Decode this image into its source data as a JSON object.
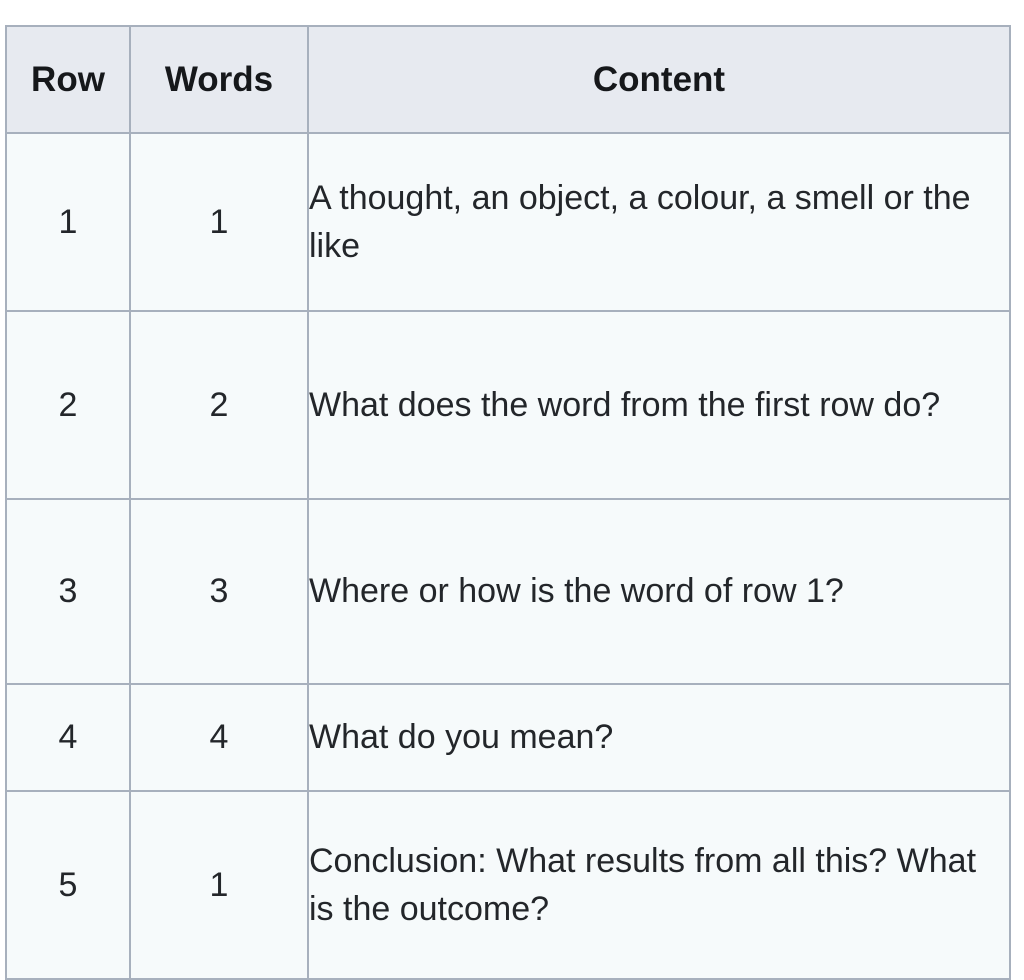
{
  "table": {
    "headers": [
      "Row",
      "Words",
      "Content"
    ],
    "rows": [
      {
        "row": "1",
        "words": "1",
        "content": "A thought, an object, a colour, a smell or the like"
      },
      {
        "row": "2",
        "words": "2",
        "content": "What does the word from the first row do?"
      },
      {
        "row": "3",
        "words": "3",
        "content": "Where or how is the word of row 1?"
      },
      {
        "row": "4",
        "words": "4",
        "content": "What do you mean?"
      },
      {
        "row": "5",
        "words": "1",
        "content": "Conclusion: What results from all this? What is the outcome?"
      }
    ]
  },
  "colors": {
    "header_background": "#e7eaf0",
    "cell_background": "#f6fafb",
    "border": "#a7b0bd",
    "text": "#23262a",
    "header_text": "#16181b",
    "page_background": "#ffffff"
  }
}
